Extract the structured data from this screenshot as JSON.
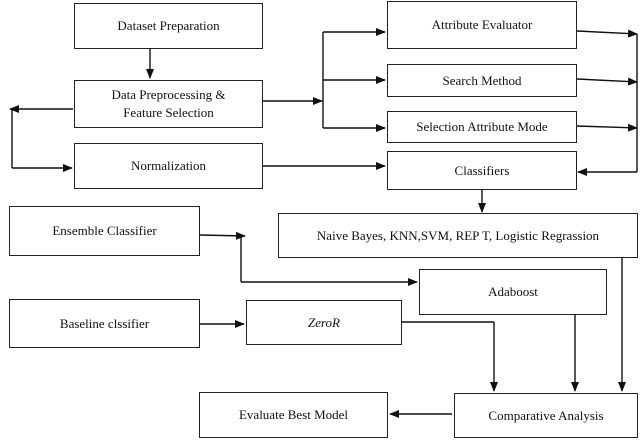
{
  "diagram": {
    "nodes": {
      "dataset_preparation": "Dataset Preparation",
      "data_preprocessing": "Data Preprocessing &\nFeature Selection",
      "normalization": "Normalization",
      "attribute_evaluator": "Attribute Evaluator",
      "search_method": "Search Method",
      "selection_attribute_mode": "Selection Attribute Mode",
      "classifiers": "Classifiers",
      "classifier_list": "Naive Bayes, KNN,SVM, REP T, Logistic Regrassion",
      "ensemble_classifier": "Ensemble Classifier",
      "adaboost": "Adaboost",
      "baseline_classifier": "Baseline clssifier",
      "zeror": "ZeroR",
      "comparative_analysis": "Comparative Analysis",
      "evaluate_best_model": "Evaluate Best  Model"
    },
    "edges": [
      {
        "from": "dataset_preparation",
        "to": "data_preprocessing"
      },
      {
        "from": "data_preprocessing",
        "to": "attribute_evaluator"
      },
      {
        "from": "data_preprocessing",
        "to": "search_method"
      },
      {
        "from": "data_preprocessing",
        "to": "selection_attribute_mode"
      },
      {
        "from": "data_preprocessing",
        "to": "normalization"
      },
      {
        "from": "normalization",
        "to": "classifiers"
      },
      {
        "from": "attribute_evaluator",
        "to": "classifiers"
      },
      {
        "from": "search_method",
        "to": "classifiers"
      },
      {
        "from": "selection_attribute_mode",
        "to": "classifiers"
      },
      {
        "from": "classifiers",
        "to": "classifier_list"
      },
      {
        "from": "ensemble_classifier",
        "to": "adaboost"
      },
      {
        "from": "baseline_classifier",
        "to": "zeror"
      },
      {
        "from": "zeror",
        "to": "comparative_analysis"
      },
      {
        "from": "adaboost",
        "to": "comparative_analysis"
      },
      {
        "from": "classifier_list",
        "to": "comparative_analysis"
      },
      {
        "from": "comparative_analysis",
        "to": "evaluate_best_model"
      }
    ]
  }
}
